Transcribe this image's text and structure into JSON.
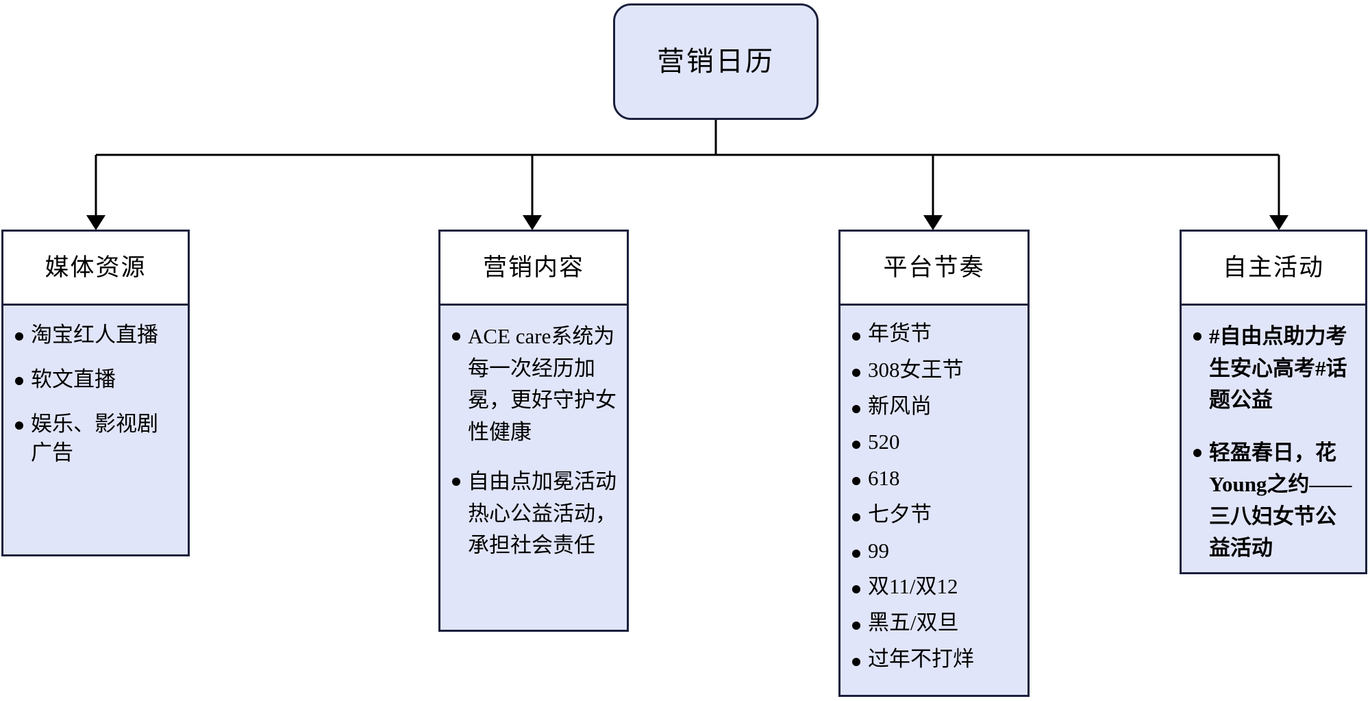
{
  "diagram": {
    "type": "tree",
    "root": {
      "label": "营销日历"
    },
    "branches": [
      {
        "id": "media",
        "title": "媒体资源",
        "items": [
          "淘宝红人直播",
          "软文直播",
          "娱乐、影视剧广告"
        ]
      },
      {
        "id": "content",
        "title": "营销内容",
        "items": [
          "ACE care系统为每一次经历加冕，更好守护女性健康",
          "自由点加冕活动热心公益活动，承担社会责任"
        ]
      },
      {
        "id": "rhythm",
        "title": "平台节奏",
        "items": [
          "年货节",
          "308女王节",
          "新风尚",
          "520",
          "618",
          "七夕节",
          "99",
          "双11/双12",
          "黑五/双旦",
          "过年不打烊"
        ]
      },
      {
        "id": "owned",
        "title": "自主活动",
        "items": [
          "#自由点助力考生安心高考#话题公益",
          "轻盈春日，花Young之约——三八妇女节公益活动"
        ]
      }
    ]
  },
  "style": {
    "node_fill": "#e1e5f9",
    "header_fill": "#ffffff",
    "border_color": "#1a1f3d",
    "connector_color": "#000000",
    "text_color": "#000000",
    "background": "#ffffff"
  },
  "icons": {
    "arrow_down": "arrow-down-icon",
    "bullet": "bullet-dot-icon"
  }
}
